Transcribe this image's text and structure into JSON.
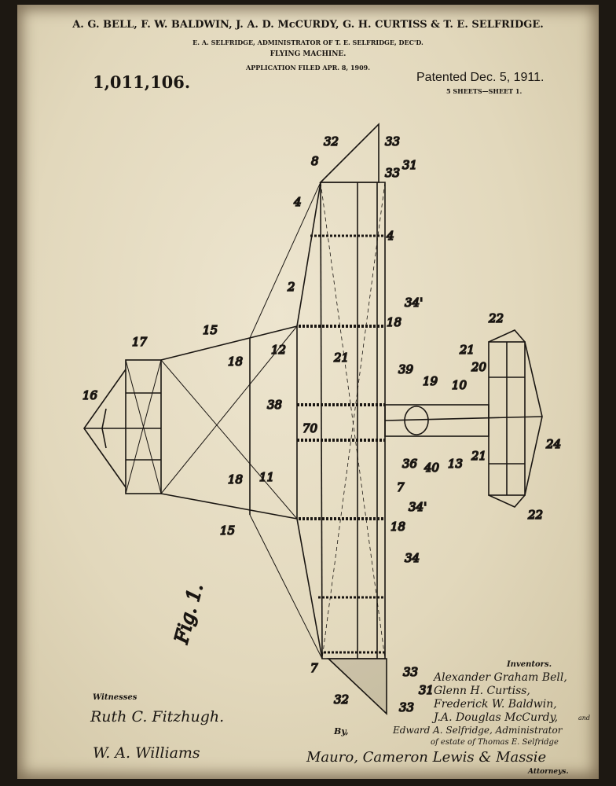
{
  "header": {
    "inventors_names": "A. G. BELL, F. W. BALDWIN, J. A. D. McCURDY, G. H. CURTISS & T. E. SELFRIDGE.",
    "administrator": "E. A. SELFRIDGE, ADMINISTRATOR OF T. E. SELFRIDGE, DEC'D.",
    "title": "FLYING MACHINE.",
    "application": "APPLICATION FILED APR. 8, 1909.",
    "patent_number": "1,011,106.",
    "patented": "Patented Dec. 5, 1911.",
    "sheets": "5 SHEETS—SHEET 1."
  },
  "figure": {
    "label": "Fig. 1.",
    "numerals": [
      "32",
      "8",
      "33",
      "33",
      "31",
      "4",
      "4",
      "2",
      "34'",
      "18",
      "22",
      "15",
      "17",
      "12",
      "18",
      "16",
      "21",
      "39",
      "19",
      "10",
      "21",
      "20",
      "38",
      "70",
      "36",
      "40",
      "13",
      "21",
      "24",
      "18",
      "15",
      "11",
      "7",
      "34'",
      "18",
      "34",
      "22",
      "7",
      "33",
      "31",
      "32",
      "33"
    ]
  },
  "witnesses": {
    "label": "Witnesses",
    "sig1": "Ruth C. Fitzhugh.",
    "sig2": "W. A. Williams"
  },
  "inventors": {
    "label": "Inventors.",
    "names": [
      "Alexander Graham Bell,",
      "Glenn H. Curtiss,",
      "Frederick W. Baldwin,",
      "J.A. Douglas McCurdy,",
      "and",
      "Edward A. Selfridge, Administrator",
      "of estate of Thomas E. Selfridge"
    ]
  },
  "attorneys": {
    "by": "By,",
    "firm": "Mauro, Cameron Lewis & Massie",
    "label": "Attorneys."
  }
}
